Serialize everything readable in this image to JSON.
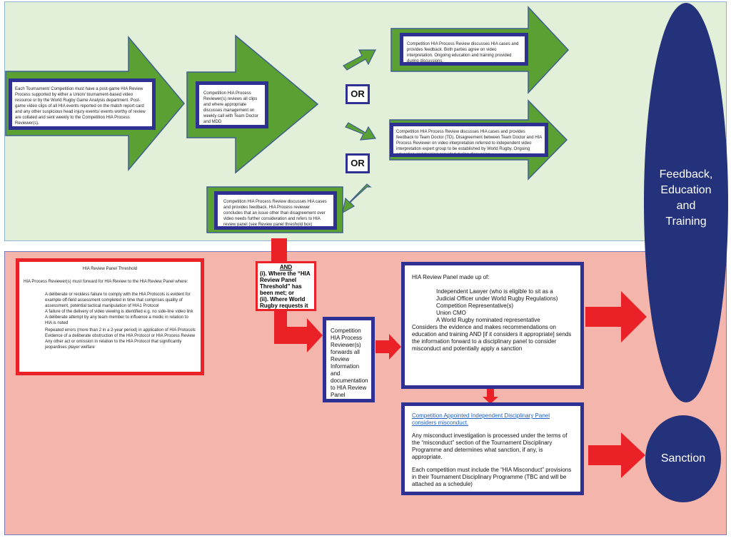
{
  "colors": {
    "top_zone": "#e2efd9",
    "bottom_zone": "#f4b6ac",
    "green_arrow": "#5aa033",
    "navy": "#2e3192",
    "red": "#ea2227",
    "oval": "#23327a"
  },
  "top": {
    "box1": "Each Tournament/ Competition must have a post-game HIA Review Process supported by either a Union/ tournament-based video resource or by the World Rugby Game Analysis department. Post-game video clips of all HIA events reported on the match report card and any other suspicious head injury events/ events worthy of review are collated and sent weekly to the Competition HIA Process Reviewer(s).",
    "box2": "Competition HIA Process Reviewer(s) reviews all clips and where appropriate discusses management on weekly call with Team Doctor and MDD",
    "or1": "OR",
    "or2": "OR",
    "outcome1": "Competition HIA Process Review discusses HIA cases and provides feedback. Both parties agree on video interpretation. Ongoing education and training provided during discussions.",
    "outcome2": "Competition HIA Process Review discusses HIA cases and provides feedback to Team Doctor (TD). Disagreement between Team Doctor and HIA Process Reviewer on video interpretation referred to independent video interpretation expert group to be established by World Rugby. Ongoing education and training provided during discussion",
    "outcome3": "Competition HIA Process Review discusses HIA cases and provides feedback. HIA Process reviewer concludes that an issue other than disagreement over video needs further consideration and refers to HIA review panel (see Review panel threshold box)"
  },
  "ovals": {
    "feedback": [
      "Feedback,",
      "Education",
      "and",
      "Training"
    ],
    "sanction": "Sanction"
  },
  "threshold": {
    "title": "HIA Review Panel Threshold",
    "intro": "HIA Process Reviewer(s) must forward for HIA Review to the HIA Review Panel where:",
    "items": [
      "A deliberate or reckless failure to comply with the HIA Protocols is evident for example off-field assessment completed in time that comprises quality of assessment, potential tactical manipulation of HIA1 Protocol",
      "A failure of the delivery of video viewing is identified e.g. no side-line video link",
      "A deliberate attempt by any team member to influence a medic in relation to HIA is noted",
      "Repeated errors (more than 2 in a 2-year period) in application of HIA Protocols",
      "Evidence of a deliberate obstruction of the HIA Protocol or HIA Process Review",
      "Any other act or omission in relation to the HIA Protocol that significantly jeopardises player welfare"
    ]
  },
  "and_box": {
    "and": "AND",
    "line1": "(i). Where the “HIA Review Panel Threshold” has been met; or",
    "line2": "(ii). Where World Rugby requests it"
  },
  "forward_box": "Competition HIA Process Reviewer(s) forwards all Review Information and documentation to HIA Review Panel",
  "panel": {
    "title": "HIA Review Panel made up of:",
    "members": [
      "Independent Lawyer (who is eligible to sit as a Judicial Officer under World Rugby Regulations)",
      "Competition Representative(s)",
      "Union CMO",
      "A World Rugby nominated representative"
    ],
    "text": "Considers the evidence and makes recommendations on education and training AND [if it considers it appropriate] sends the information forward to a disciplinary panel to consider misconduct and potentially apply a sanction"
  },
  "disciplinary": {
    "title": "Competition Appointed Independent Disciplinary Panel considers misconduct.",
    "p1": "Any misconduct investigation is processed under the terms of the “misconduct” section of the Tournament Disciplinary Programme and determines what sanction, if any, is appropriate.",
    "p2": "Each competition must include the “HIA Misconduct” provisions in their Tournament Disciplinary Programme (TBC and will be attached as a schedule)"
  }
}
